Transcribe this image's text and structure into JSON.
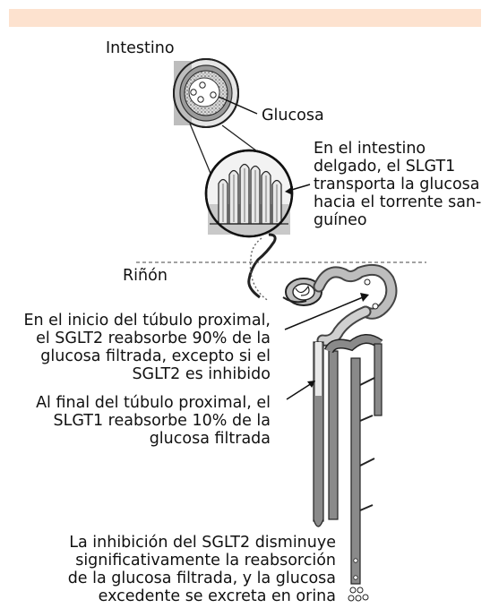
{
  "header_band_color": "#fde2cf",
  "labels": {
    "intestino": "Intestino",
    "glucosa": "Glucosa",
    "rinon": "Riñón"
  },
  "notes": {
    "intestino": [
      "En el intestino",
      "delgado, el SLGT1",
      "transporta la glucosa",
      "hacia el torrente san-",
      "guíneo"
    ],
    "inicio_tubulo": [
      "En el inicio del túbulo proximal,",
      "el SGLT2 reabsorbe 90% de la",
      "glucosa filtrada, excepto si el",
      "SGLT2 es inhibido"
    ],
    "final_tubulo": [
      "Al final del túbulo proximal, el",
      "SLGT1 reabsorbe 10% de la",
      "glucosa filtrada"
    ],
    "inhibicion": [
      "La inhibición del SGLT2 disminuye",
      "significativamente la reabsorción",
      "de la glucosa filtrada, y la glucosa",
      "excedente se excreta en orina"
    ]
  }
}
